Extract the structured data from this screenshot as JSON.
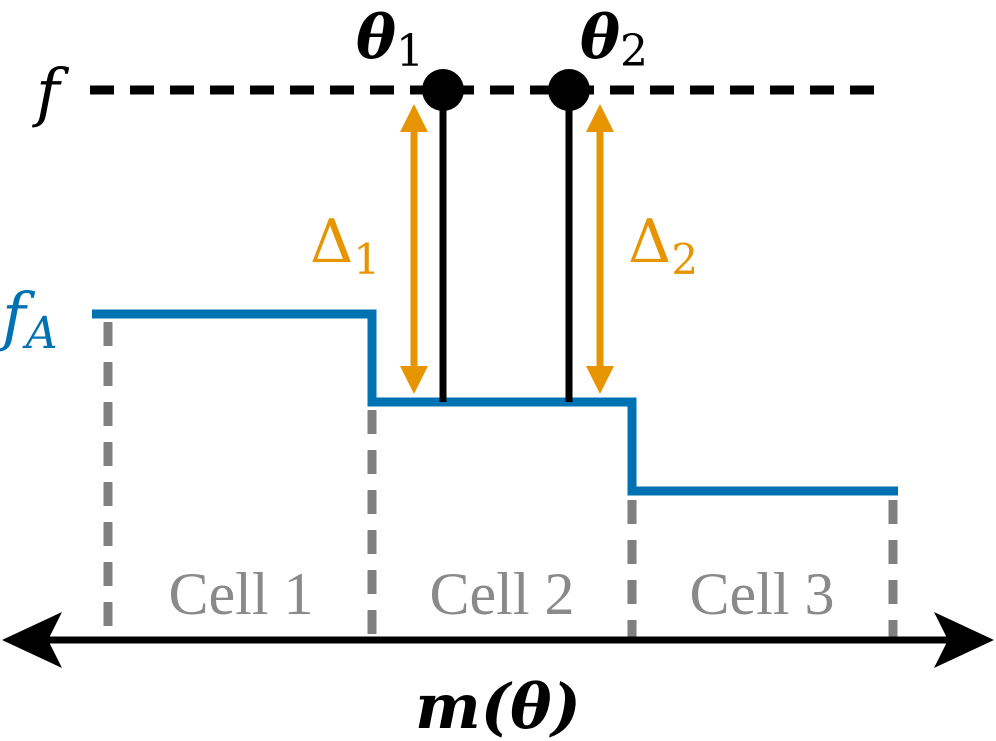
{
  "labels": {
    "f": "f",
    "f_a_main": "f",
    "f_a_sub": "A",
    "theta1_main": "θ",
    "theta1_sub": "1",
    "theta2_main": "θ",
    "theta2_sub": "2",
    "delta1_main": "Δ",
    "delta1_sub": "1",
    "delta2_main": "Δ",
    "delta2_sub": "2",
    "axis_label": "m(θ)"
  },
  "cells": [
    {
      "label": "Cell 1"
    },
    {
      "label": "Cell 2"
    },
    {
      "label": "Cell 3"
    }
  ],
  "colors": {
    "threshold": "#000000",
    "archive_step": "#0072b2",
    "delta_arrow": "#e69500",
    "cell_divider": "#808080",
    "cell_label": "#8a8a8a",
    "axis": "#000000"
  }
}
